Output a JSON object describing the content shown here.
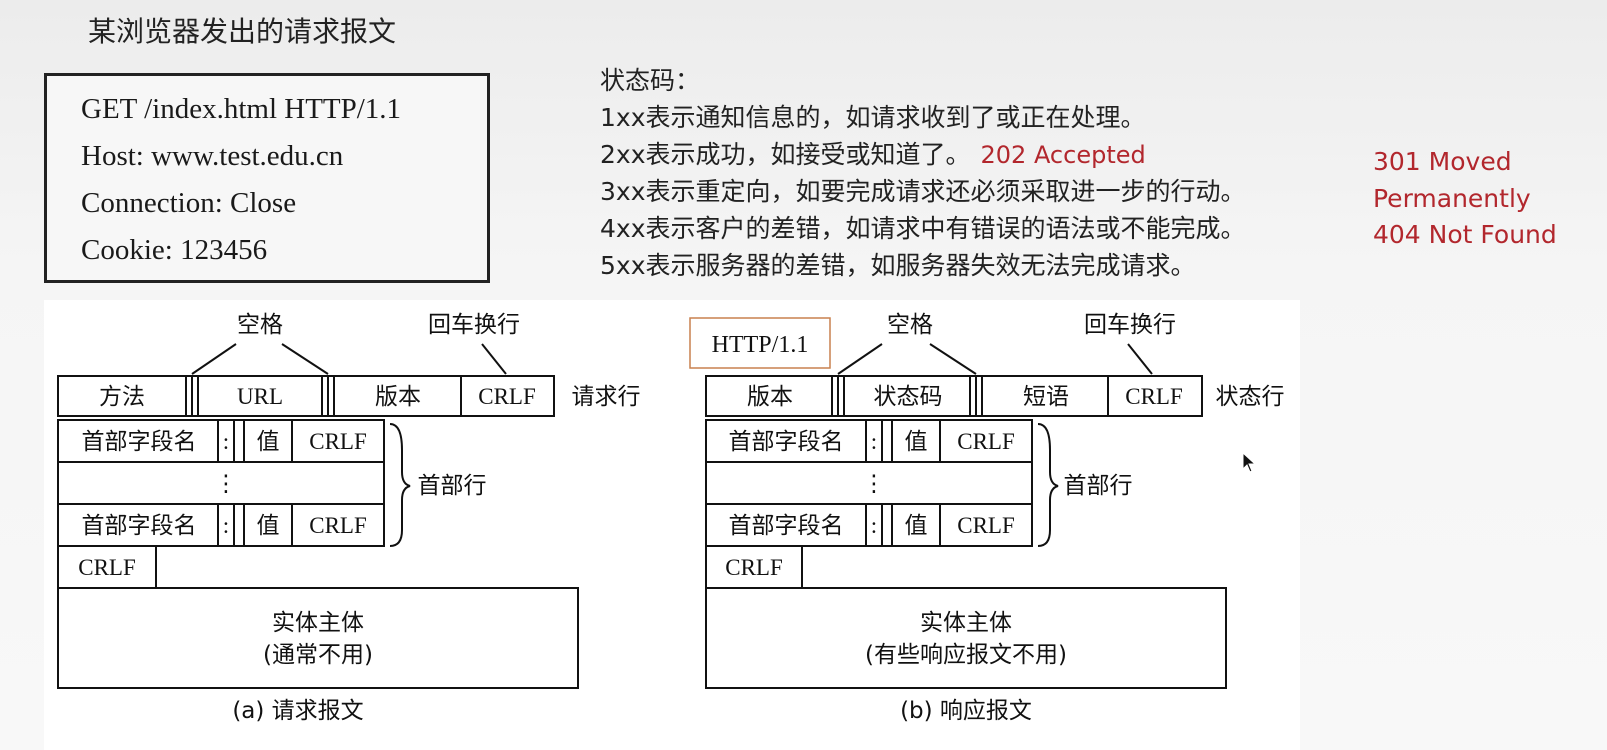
{
  "title": "某浏览器发出的请求报文",
  "request_example": {
    "lines": [
      "GET /index.html HTTP/1.1",
      "Host: www.test.edu.cn",
      "Connection: Close",
      "Cookie: 123456"
    ]
  },
  "status_codes": {
    "heading": "状态码：",
    "lines": [
      "1xx表示通知信息的，如请求收到了或正在处理。",
      "2xx表示成功，如接受或知道了。",
      "3xx表示重定向，如要完成请求还必须采取进一步的行动。",
      "4xx表示客户的差错，如请求中有错误的语法或不能完成。",
      "5xx表示服务器的差错，如服务器失效无法完成请求。"
    ],
    "annotation_202": "202 Accepted",
    "annotation_301_line1": "301 Moved",
    "annotation_301_line2": "Permanently",
    "annotation_404": "404 Not Found"
  },
  "request_diagram": {
    "space_label": "空格",
    "crlf_label_top": "回车换行",
    "row_label": "请求行",
    "method": "方法",
    "url": "URL",
    "version": "版本",
    "crlf": "CRLF",
    "header_field": "首部字段名",
    "colon": ":",
    "value": "值",
    "ellipsis": "⋮",
    "header_rows_label": "首部行",
    "body_line1": "实体主体",
    "body_line2": "(通常不用)",
    "caption": "(a) 请求报文"
  },
  "response_diagram": {
    "version_tag": "HTTP/1.1",
    "space_label": "空格",
    "crlf_label_top": "回车换行",
    "row_label": "状态行",
    "version": "版本",
    "status_code": "状态码",
    "phrase": "短语",
    "crlf": "CRLF",
    "header_field": "首部字段名",
    "colon": ":",
    "value": "值",
    "ellipsis": "⋮",
    "header_rows_label": "首部行",
    "body_line1": "实体主体",
    "body_line2": "(有些响应报文不用)",
    "caption": "(b) 响应报文"
  },
  "colors": {
    "annotation": "#b2272d",
    "tag_border": "#c9814f"
  }
}
